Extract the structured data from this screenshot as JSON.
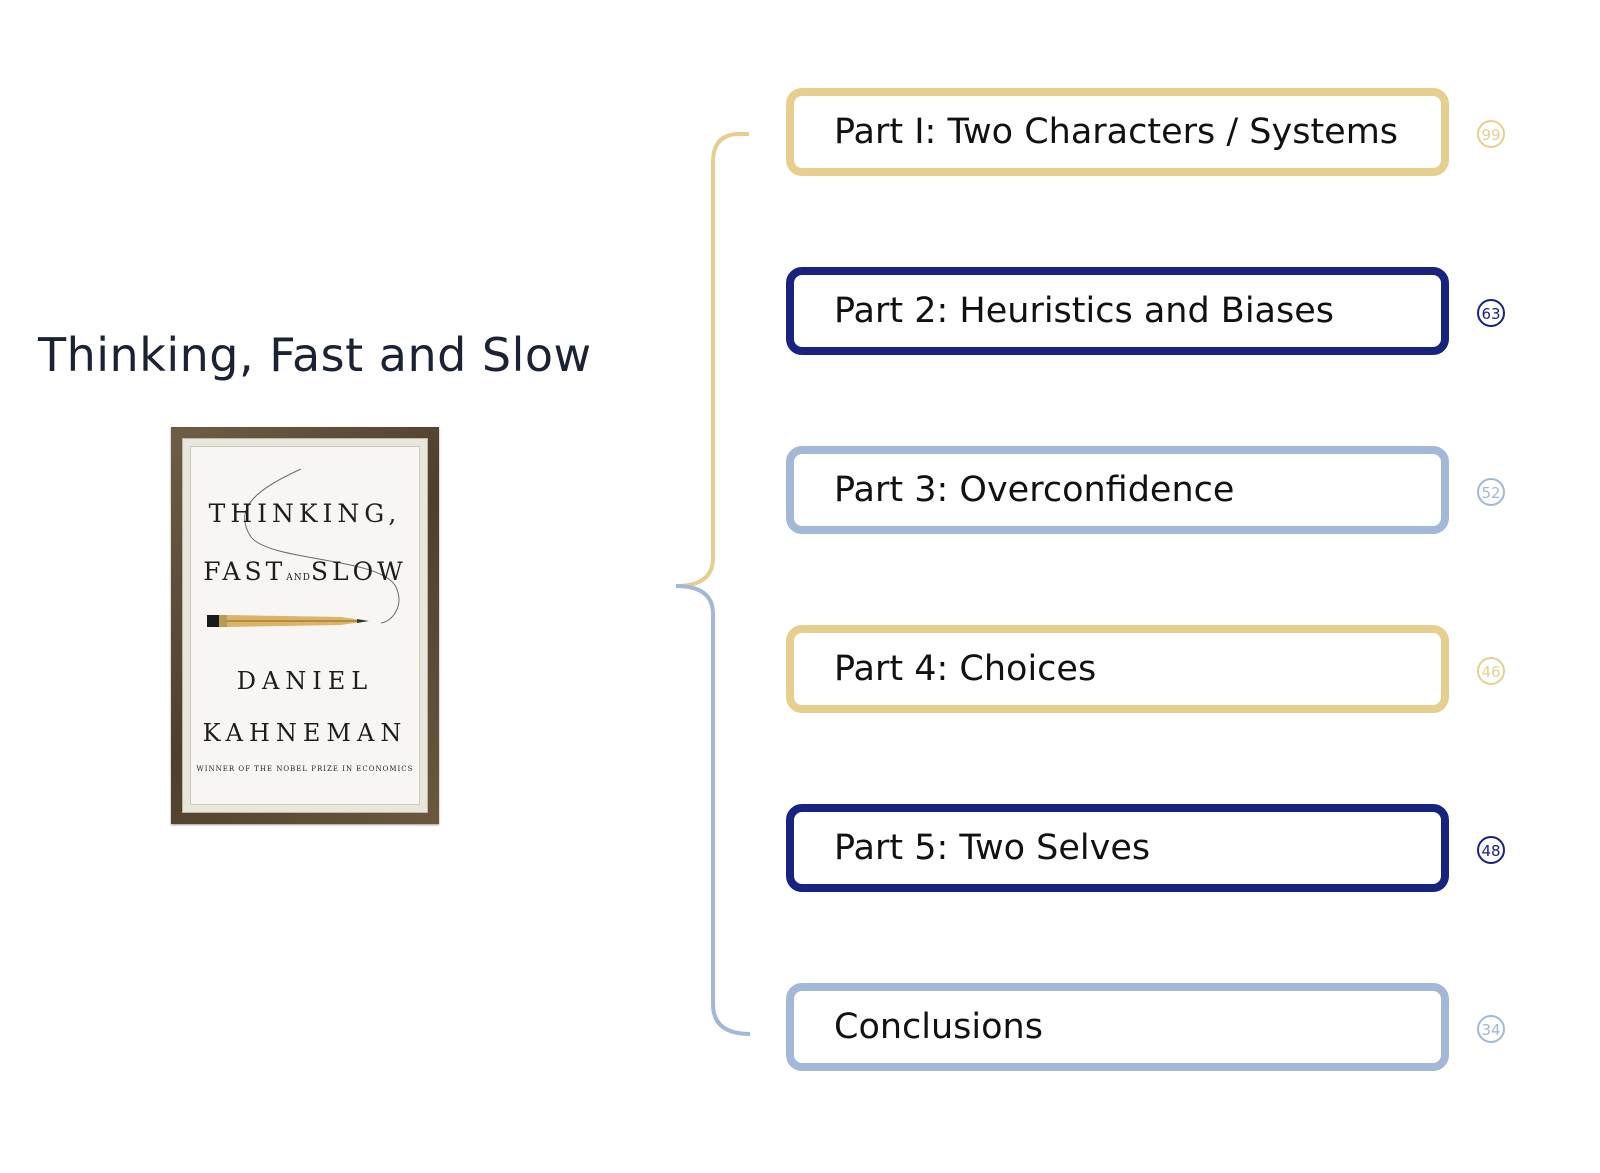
{
  "root": {
    "title": "Thinking, Fast and Slow"
  },
  "cover": {
    "title_line1": "THINKING,",
    "title_fast": "FAST",
    "title_and": "AND",
    "title_slow": "SLOW",
    "author_first": "DANIEL",
    "author_last": "KAHNEMAN",
    "tagline": "WINNER OF THE NOBEL PRIZE IN ECONOMICS"
  },
  "colors": {
    "gold": "#e6cf8e",
    "navy": "#17237f",
    "blue": "#a2b8d6",
    "text": "#1b2233"
  },
  "topics": [
    {
      "label": "Part I: Two Characters / Systems",
      "count": "99",
      "color": "gold"
    },
    {
      "label": "Part 2: Heuristics and Biases",
      "count": "63",
      "color": "navy"
    },
    {
      "label": "Part 3: Overconfidence",
      "count": "52",
      "color": "blue"
    },
    {
      "label": "Part 4: Choices",
      "count": "46",
      "color": "gold"
    },
    {
      "label": "Part 5: Two Selves",
      "count": "48",
      "color": "navy"
    },
    {
      "label": "Conclusions",
      "count": "34",
      "color": "blue"
    }
  ]
}
